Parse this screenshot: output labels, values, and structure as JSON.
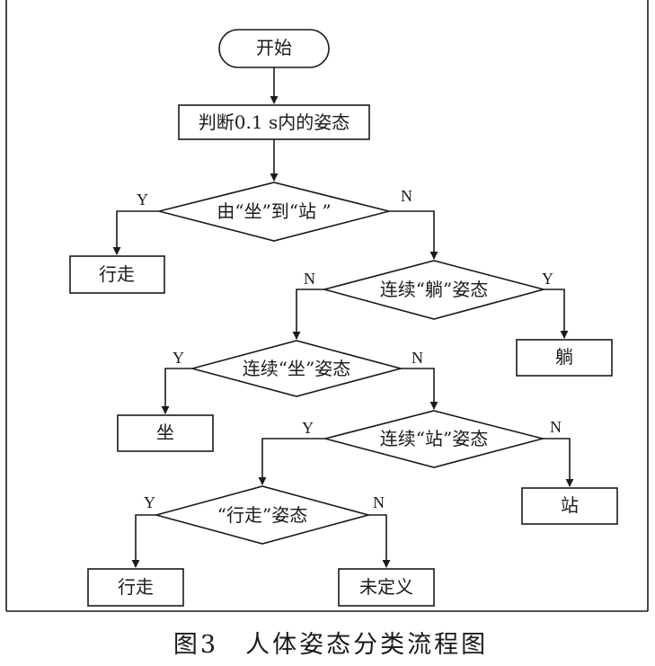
{
  "nodes": {
    "start": "开始",
    "judge": "判断0.1 s内的姿态",
    "d_sit_to_stand": "由“坐”到“站 ”",
    "walk_1": "行走",
    "d_lie": "连续“躺”姿态",
    "lie": "躺",
    "d_sit": "连续“坐”姿态",
    "sit": "坐",
    "d_stand": "连续“站”姿态",
    "stand": "站",
    "d_walk": "“行走”姿态",
    "walk_2": "行走",
    "undefined": "未定义"
  },
  "edges": {
    "d1_yes": "Y",
    "d1_no": "N",
    "d2_no": "N",
    "d2_yes": "Y",
    "d3_yes": "Y",
    "d3_no": "N",
    "d4_yes": "Y",
    "d4_no": "N",
    "d5_yes": "Y",
    "d5_no": "N"
  },
  "caption": "图3　人体姿态分类流程图"
}
